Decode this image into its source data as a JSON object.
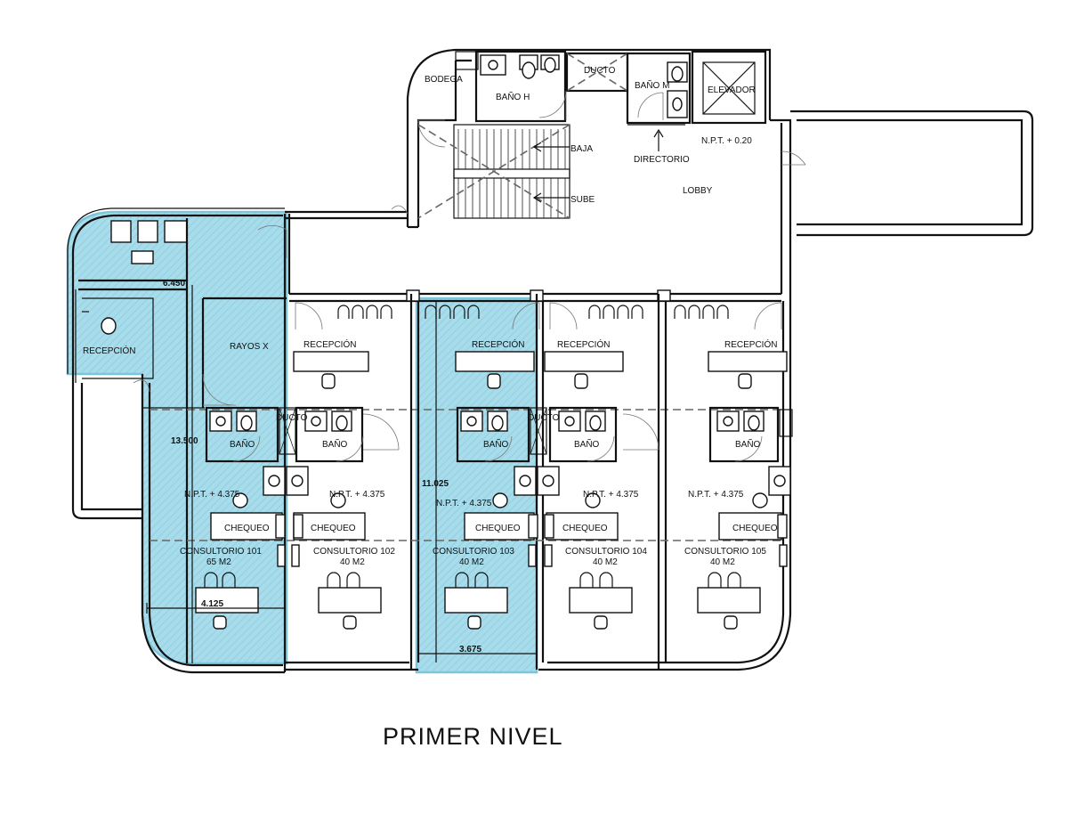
{
  "title": "PRIMER NIVEL",
  "colors": {
    "highlight_fill": "#a8dcea",
    "highlight_stroke": "#7cc6dc",
    "lines": "#111111"
  },
  "core": {
    "bodega": "BODEGA",
    "bano_h": "BAÑO H",
    "ducto": "DUCTO",
    "bano_m": "BAÑO M",
    "elevador": "ELEVADOR",
    "baja": "BAJA",
    "sube": "SUBE",
    "directorio": "DIRECTORIO",
    "npt_lobby": "N.P.T. + 0.20",
    "lobby": "LOBBY"
  },
  "common": {
    "recepcion": "RECEPCIÓN",
    "bano": "BAÑO",
    "ducto": "DUCTO",
    "npt": "N.P.T. + 4.375",
    "chequeo": "CHEQUEO"
  },
  "suite101": {
    "recepcion": "RECEPCIÓN",
    "rayos": "RAYOS X",
    "name": "CONSULTORIO 101",
    "area": "65 M2"
  },
  "consultorios": [
    {
      "name": "CONSULTORIO 102",
      "area": "40 M2"
    },
    {
      "name": "CONSULTORIO 103",
      "area": "40 M2"
    },
    {
      "name": "CONSULTORIO 104",
      "area": "40 M2"
    },
    {
      "name": "CONSULTORIO 105",
      "area": "40 M2"
    }
  ],
  "dimensions": {
    "top_width_101": "6.450",
    "height_101": "13.500",
    "desk_width_101": "4.125",
    "height_103": "11.025",
    "width_103": "3.675"
  }
}
